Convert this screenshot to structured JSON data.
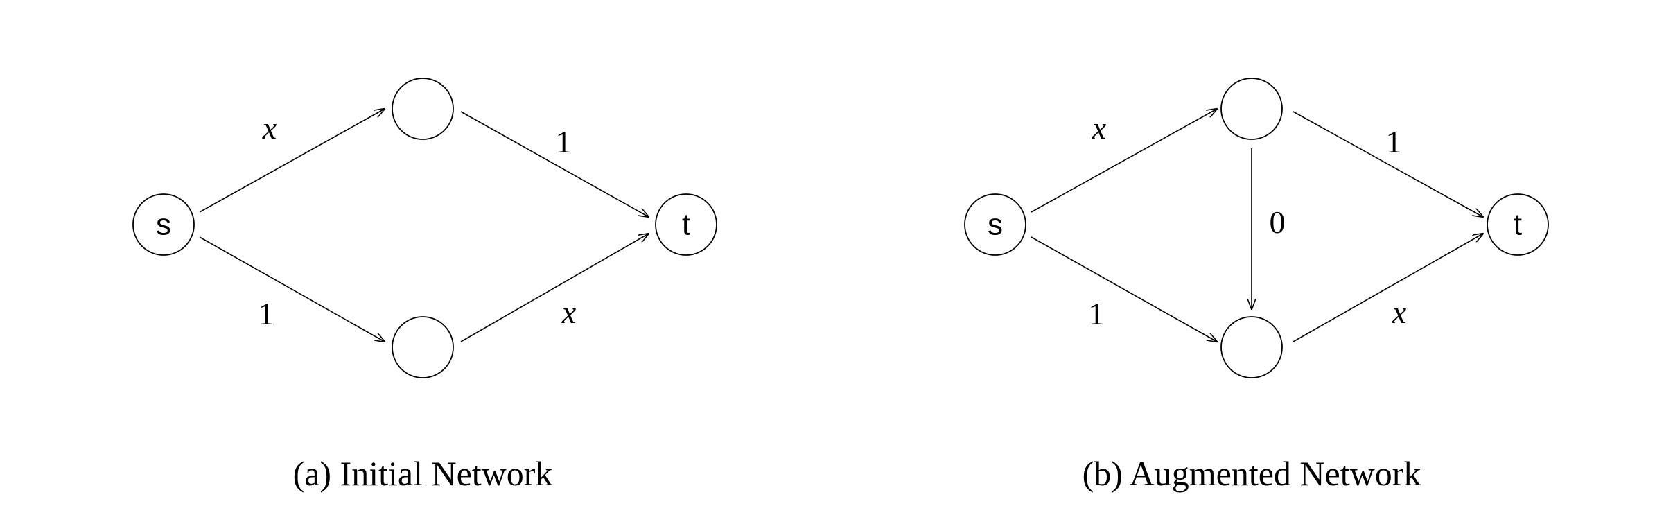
{
  "figure": {
    "panels": [
      {
        "id": "a",
        "caption": "(a) Initial Network",
        "nodes": {
          "source": "s",
          "sink": "t",
          "top": "",
          "bottom": ""
        },
        "edges": {
          "s_top": "x",
          "top_t": "1",
          "s_bottom": "1",
          "bottom_t": "x"
        }
      },
      {
        "id": "b",
        "caption": "(b) Augmented Network",
        "nodes": {
          "source": "s",
          "sink": "t",
          "top": "",
          "bottom": ""
        },
        "edges": {
          "s_top": "x",
          "top_t": "1",
          "s_bottom": "1",
          "bottom_t": "x",
          "top_bottom": "0"
        }
      }
    ]
  }
}
